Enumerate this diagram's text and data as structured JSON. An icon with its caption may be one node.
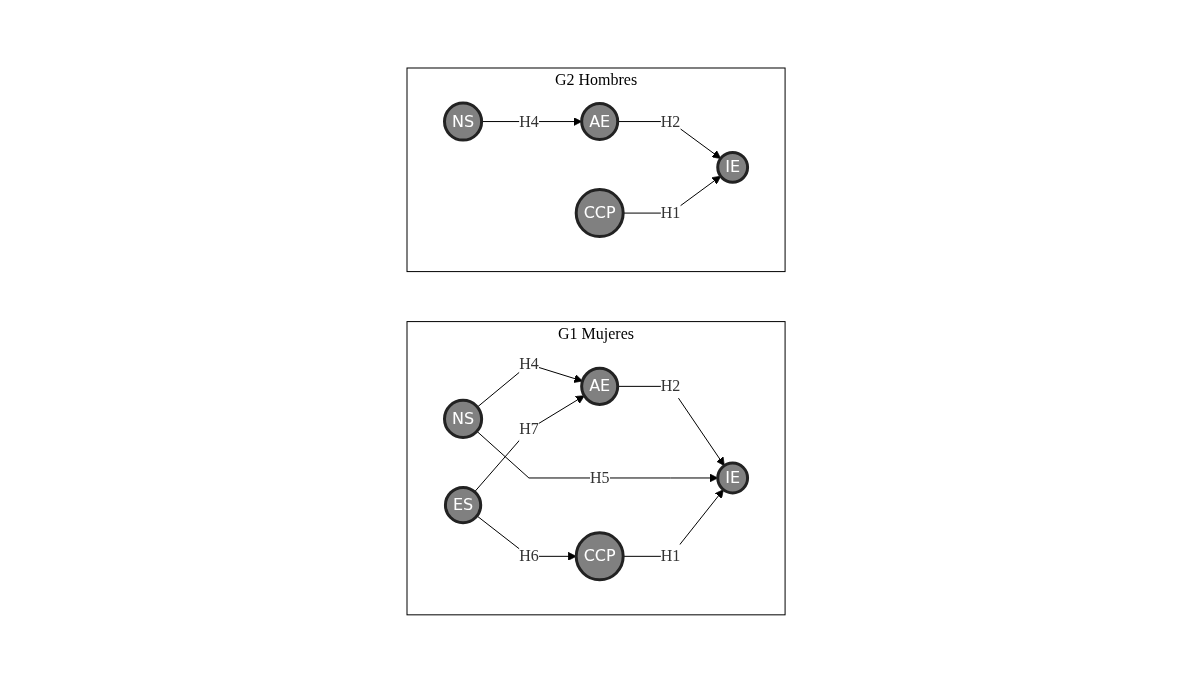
{
  "diagram": {
    "nodes": [
      {
        "text": [
          "G1 Mujeres"
        ]
      },
      {
        "text": [
          "AE"
        ],
        "in": 0
      },
      {
        "text": [
          "NS"
        ],
        "in": 0
      },
      {
        "text": [
          "IE"
        ],
        "in": 0
      },
      {
        "text": [
          "ES"
        ],
        "in": 0
      },
      {
        "text": [
          "CCP"
        ],
        "in": 0
      },
      {
        "text": [
          "G2 Hombres"
        ]
      },
      {
        "text": [
          "AE"
        ],
        "in": 6
      },
      {
        "text": [
          "NS"
        ],
        "in": 6
      },
      {
        "text": [
          "IE"
        ],
        "in": 6
      },
      {
        "text": [
          "CCP"
        ],
        "in": 6
      }
    ],
    "edges": [
      {
        "from": 2,
        "to": 1,
        "arrow": "to",
        "label": "H4"
      },
      {
        "from": 4,
        "to": 1,
        "arrow": "to",
        "label": "H7"
      },
      {
        "from": 1,
        "to": 3,
        "arrow": "to",
        "label": "H2"
      },
      {
        "from": 2,
        "to": 3,
        "arrow": "to",
        "label": "H5"
      },
      {
        "from": 5,
        "to": 3,
        "arrow": "to",
        "label": "H1"
      },
      {
        "from": 4,
        "to": 5,
        "arrow": "to",
        "label": "H6"
      },
      {
        "from": 8,
        "to": 7,
        "arrow": "to",
        "label": "H4"
      },
      {
        "from": 7,
        "to": 9,
        "arrow": "to",
        "label": "H2"
      },
      {
        "from": 10,
        "to": 9,
        "arrow": "to",
        "label": "H1"
      }
    ]
  }
}
